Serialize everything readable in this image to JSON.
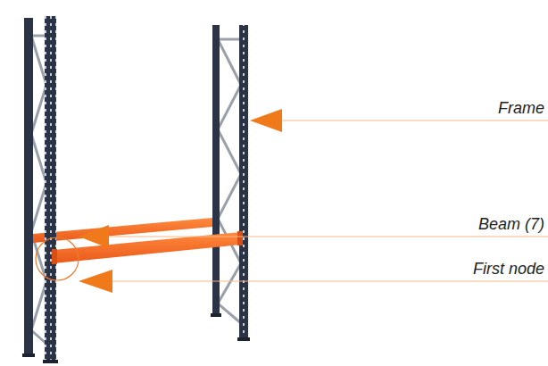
{
  "diagram": {
    "labels": [
      "Frame",
      "Beam (7)",
      "First node"
    ]
  }
}
